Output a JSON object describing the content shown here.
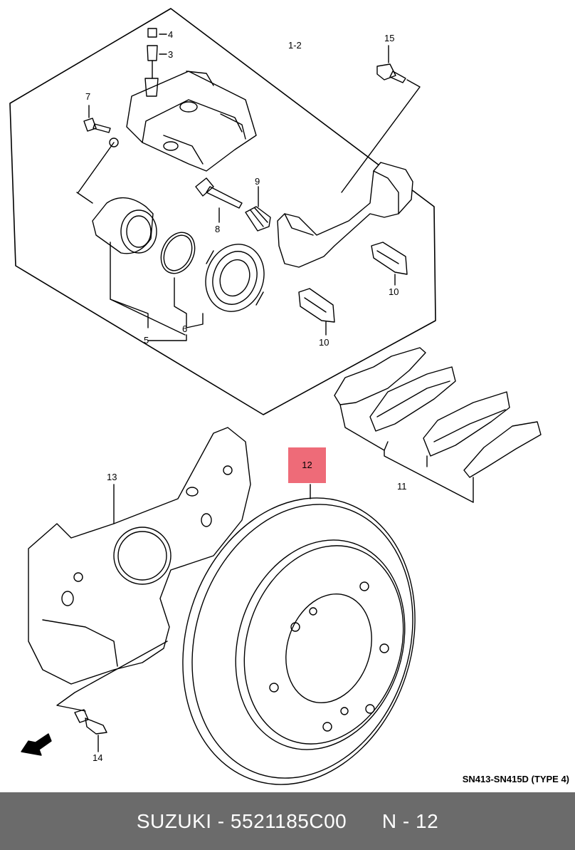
{
  "diagram": {
    "callouts": {
      "c1_2": "1-2",
      "c3": "3",
      "c4": "4",
      "c5": "5",
      "c6": "6",
      "c7": "7",
      "c8": "8",
      "c9": "9",
      "c10a": "10",
      "c10b": "10",
      "c11": "11",
      "c12": "12",
      "c13": "13",
      "c14": "14",
      "c15": "15"
    },
    "highlight_color": "#ee6b78",
    "model_code": "SN413-SN415D (TYPE 4)"
  },
  "footer": {
    "brand": "SUZUKI",
    "part_number": "5521185C00",
    "position": "N - 12",
    "background": "#6b6b6b"
  }
}
